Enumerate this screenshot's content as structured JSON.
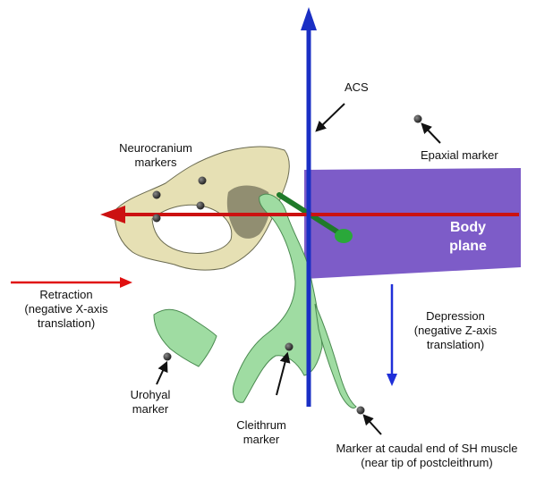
{
  "labels": {
    "acs": "ACS",
    "neurocranium_markers": "Neurocranium\nmarkers",
    "epaxial_marker": "Epaxial marker",
    "body_plane": "Body\nplane",
    "retraction": "Retraction\n(negative X-axis\ntranslation)",
    "depression": "Depression\n(negative Z-axis\ntranslation)",
    "urohyal_marker": "Urohyal\nmarker",
    "cleithrum_marker": "Cleithrum\nmarker",
    "sh_marker": "Marker at caudal end of SH muscle\n(near tip of postcleithrum)"
  },
  "colors": {
    "body_plane": "#7d5cc8",
    "x_axis": "#cc1111",
    "z_axis": "#1a2fc4",
    "y_axis": "#1f7a2a",
    "bone_cranium": "#e6e0b4",
    "bone_green": "#9fdca2",
    "arrow_red": "#e01010",
    "arrow_blue": "#1f2fd8",
    "marker": "#333333"
  }
}
